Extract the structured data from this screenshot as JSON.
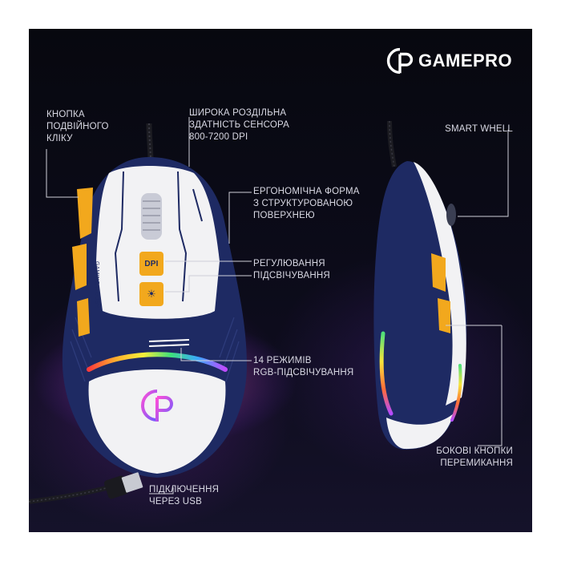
{
  "brand": {
    "name": "GAMEPRO",
    "mark_icon": "gamepro-logo-icon"
  },
  "mouse_model_text": "GAMING MOUSE",
  "button_labels": {
    "dpi": "DPI",
    "light": "☀"
  },
  "features": {
    "double_click": [
      "КНОПКА",
      "ПОДВІЙНОГО",
      "КЛІКУ"
    ],
    "sensor": [
      "ШИРОКА РОЗДІЛЬНА",
      "ЗДАТНІСТЬ СЕНСОРА",
      "800-7200 DPI"
    ],
    "ergonomic": [
      "ЕРГОНОМІЧНА ФОРМА",
      "З СТРУКТУРОВАНОЮ",
      "ПОВЕРХНЕЮ"
    ],
    "backlight": [
      "РЕГУЛЮВАННЯ",
      "ПІДСВІЧУВАННЯ"
    ],
    "rgb_modes": [
      "14 РЕЖИМІВ",
      "RGB-ПІДСВІЧУВАННЯ"
    ],
    "usb": [
      "ПІДКЛЮЧЕННЯ",
      "ЧЕРЕЗ USB"
    ],
    "smart_wheel": [
      "SMART WHELL"
    ],
    "side_buttons": [
      "БОКОВІ КНОПКИ",
      "ПЕРЕМИКАННЯ"
    ]
  },
  "colors": {
    "background": "#0b0b16",
    "navy": "#1e2a63",
    "white_shell": "#f2f2f4",
    "accent_orange": "#f2a81d",
    "label_text": "#d9d9e4",
    "leader_line": "#cfcfd8"
  }
}
